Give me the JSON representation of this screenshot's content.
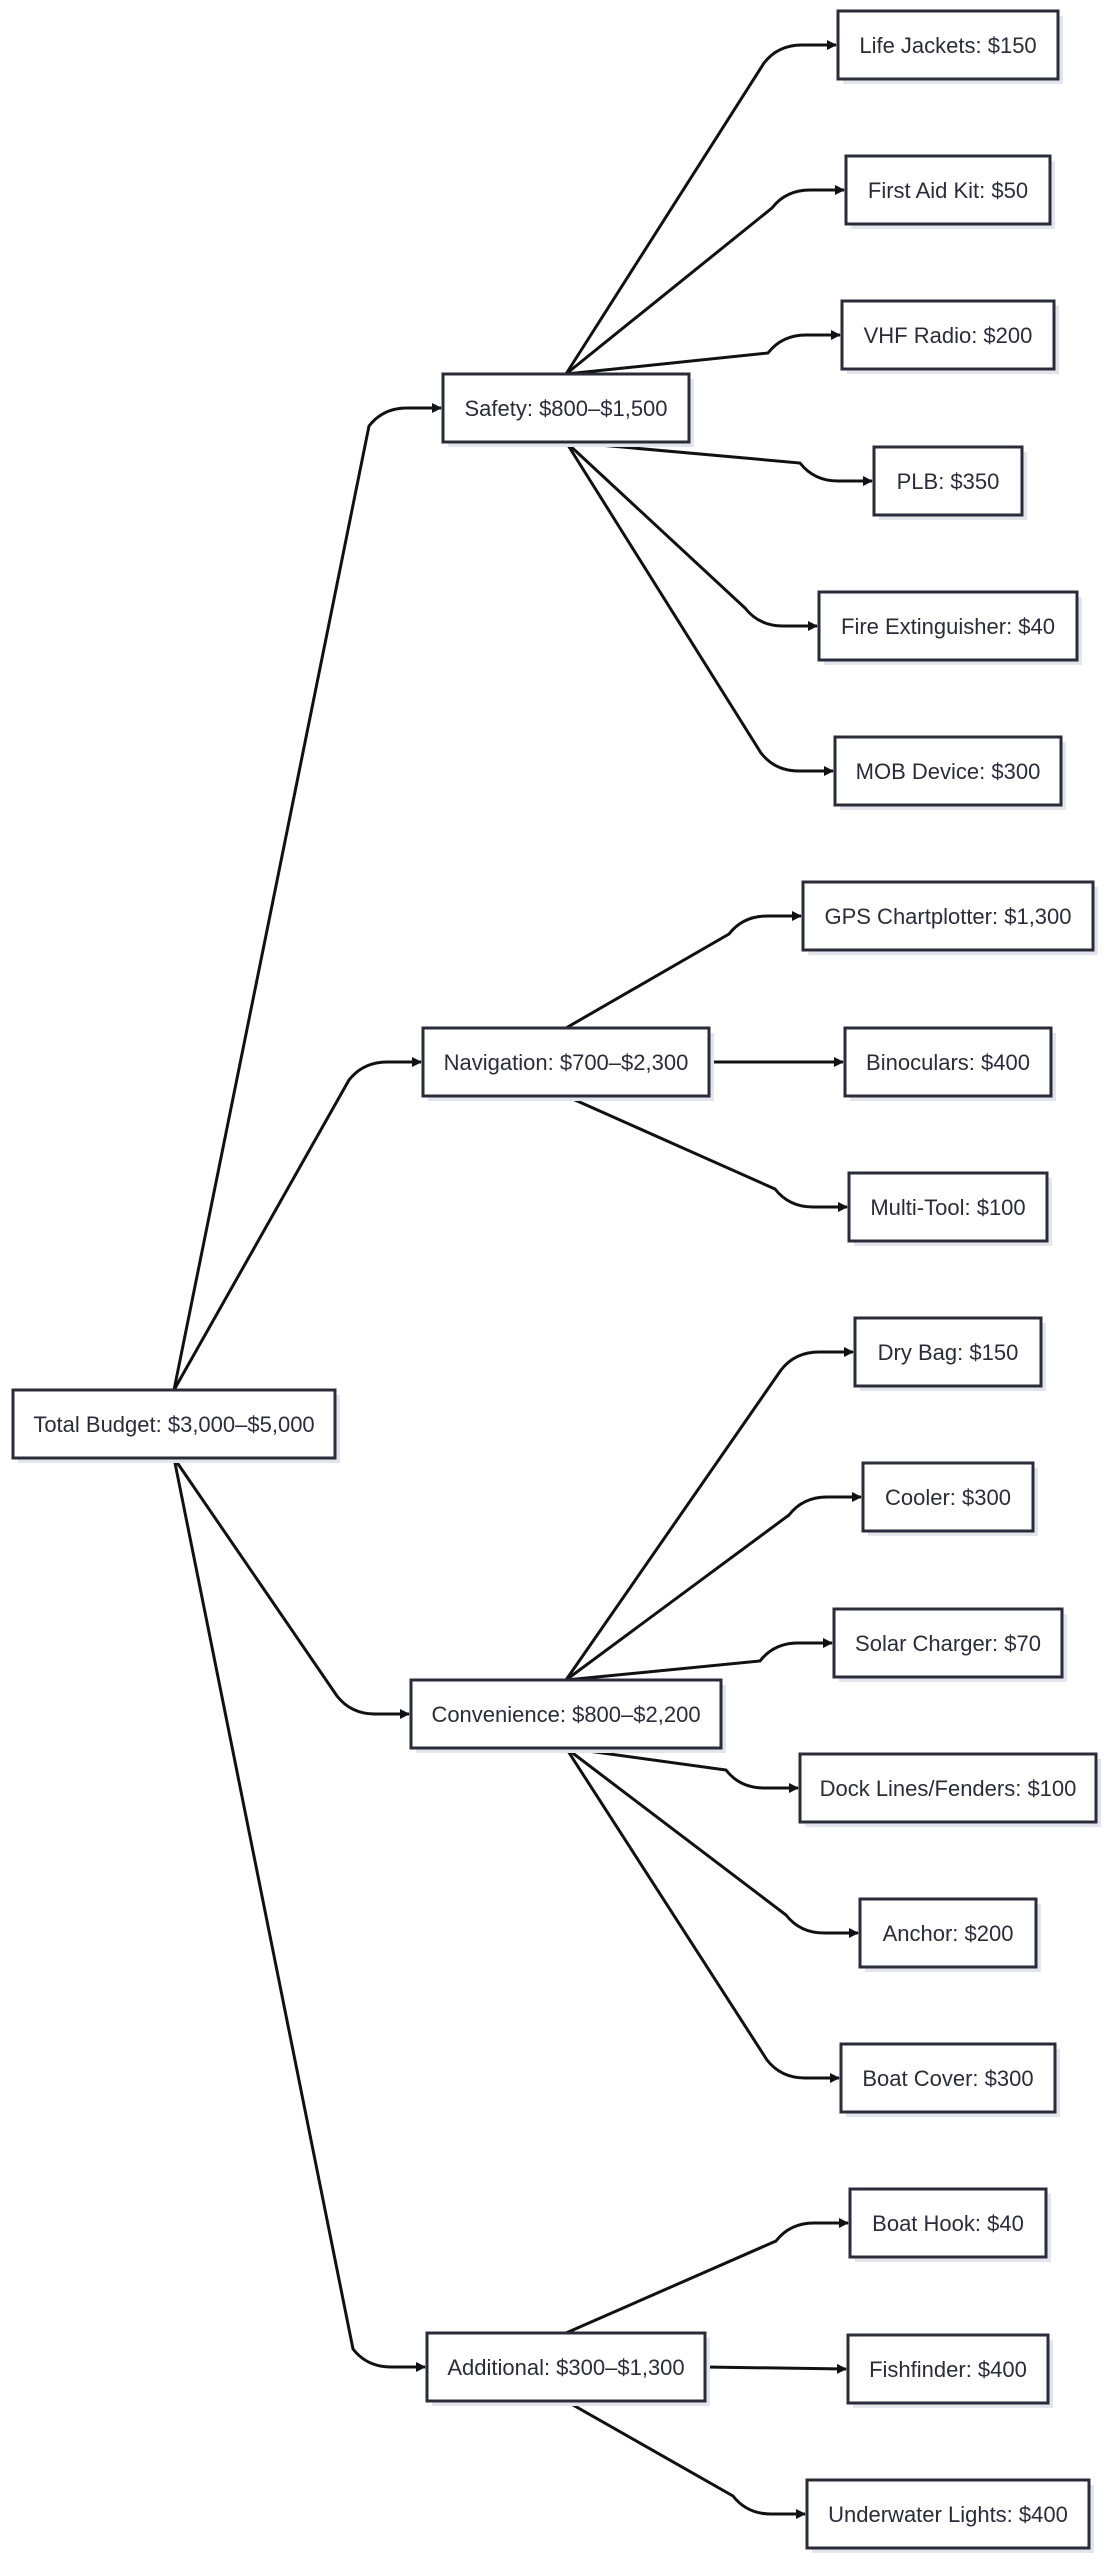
{
  "diagram": {
    "type": "tree",
    "colors": {
      "stroke": "#2b2b3a",
      "edge": "#111111",
      "fill": "#ffffff",
      "shadow": "#e4e4ee"
    },
    "root": {
      "id": "root",
      "label": "Total Budget: $3,000–$5,000"
    },
    "categories": [
      {
        "id": "safety",
        "label": "Safety: $800–$1,500",
        "items": [
          {
            "id": "life-jackets",
            "label": "Life Jackets: $150"
          },
          {
            "id": "first-aid-kit",
            "label": "First Aid Kit: $50"
          },
          {
            "id": "vhf-radio",
            "label": "VHF Radio: $200"
          },
          {
            "id": "plb",
            "label": "PLB: $350"
          },
          {
            "id": "fire-extinguisher",
            "label": "Fire Extinguisher: $40"
          },
          {
            "id": "mob-device",
            "label": "MOB Device: $300"
          }
        ]
      },
      {
        "id": "navigation",
        "label": "Navigation: $700–$2,300",
        "items": [
          {
            "id": "gps-chartplotter",
            "label": "GPS Chartplotter: $1,300"
          },
          {
            "id": "binoculars",
            "label": "Binoculars: $400"
          },
          {
            "id": "multi-tool",
            "label": "Multi-Tool: $100"
          }
        ]
      },
      {
        "id": "convenience",
        "label": "Convenience: $800–$2,200",
        "items": [
          {
            "id": "dry-bag",
            "label": "Dry Bag: $150"
          },
          {
            "id": "cooler",
            "label": "Cooler: $300"
          },
          {
            "id": "solar-charger",
            "label": "Solar Charger: $70"
          },
          {
            "id": "dock-lines-fenders",
            "label": "Dock Lines/Fenders: $100"
          },
          {
            "id": "anchor",
            "label": "Anchor: $200"
          },
          {
            "id": "boat-cover",
            "label": "Boat Cover: $300"
          }
        ]
      },
      {
        "id": "additional",
        "label": "Additional: $300–$1,300",
        "items": [
          {
            "id": "boat-hook",
            "label": "Boat Hook: $40"
          },
          {
            "id": "fishfinder",
            "label": "Fishfinder: $400"
          },
          {
            "id": "underwater-lights",
            "label": "Underwater Lights: $400"
          }
        ]
      }
    ]
  }
}
